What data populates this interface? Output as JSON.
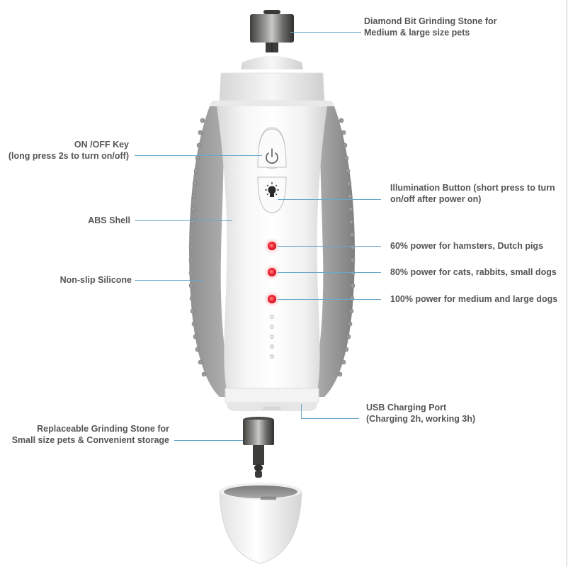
{
  "figure": {
    "subject": "Pet nail grinder product feature diagram",
    "accent_color": "#6aa6cc",
    "label_color": "#555555",
    "led_color": "#e8202a"
  },
  "callouts": {
    "diamond_bit": {
      "lines": [
        "Diamond Bit Grinding Stone for",
        "Medium & large size pets"
      ]
    },
    "on_off": {
      "lines": [
        "ON /OFF Key",
        "(long press 2s to turn on/off)"
      ]
    },
    "illumination": {
      "lines": [
        "Illumination Button (short press to turn",
        "on/off after power on)"
      ]
    },
    "abs_shell": {
      "lines": [
        "ABS Shell"
      ]
    },
    "silicone": {
      "lines": [
        "Non-slip Silicone"
      ]
    },
    "power_60": {
      "lines": [
        "60% power for hamsters, Dutch pigs"
      ]
    },
    "power_80": {
      "lines": [
        "80% power for cats, rabbits, small dogs"
      ]
    },
    "power_100": {
      "lines": [
        "100% power for medium and large dogs"
      ]
    },
    "usb_port": {
      "lines": [
        "USB Charging Port",
        "(Charging 2h, working 3h)"
      ]
    },
    "replaceable_stone": {
      "lines": [
        "Replaceable Grinding Stone for",
        "Small size pets & Convenient storage"
      ]
    }
  },
  "indicators": {
    "power_leds": [
      "60%",
      "80%",
      "100%"
    ],
    "battery_dots": 5
  }
}
